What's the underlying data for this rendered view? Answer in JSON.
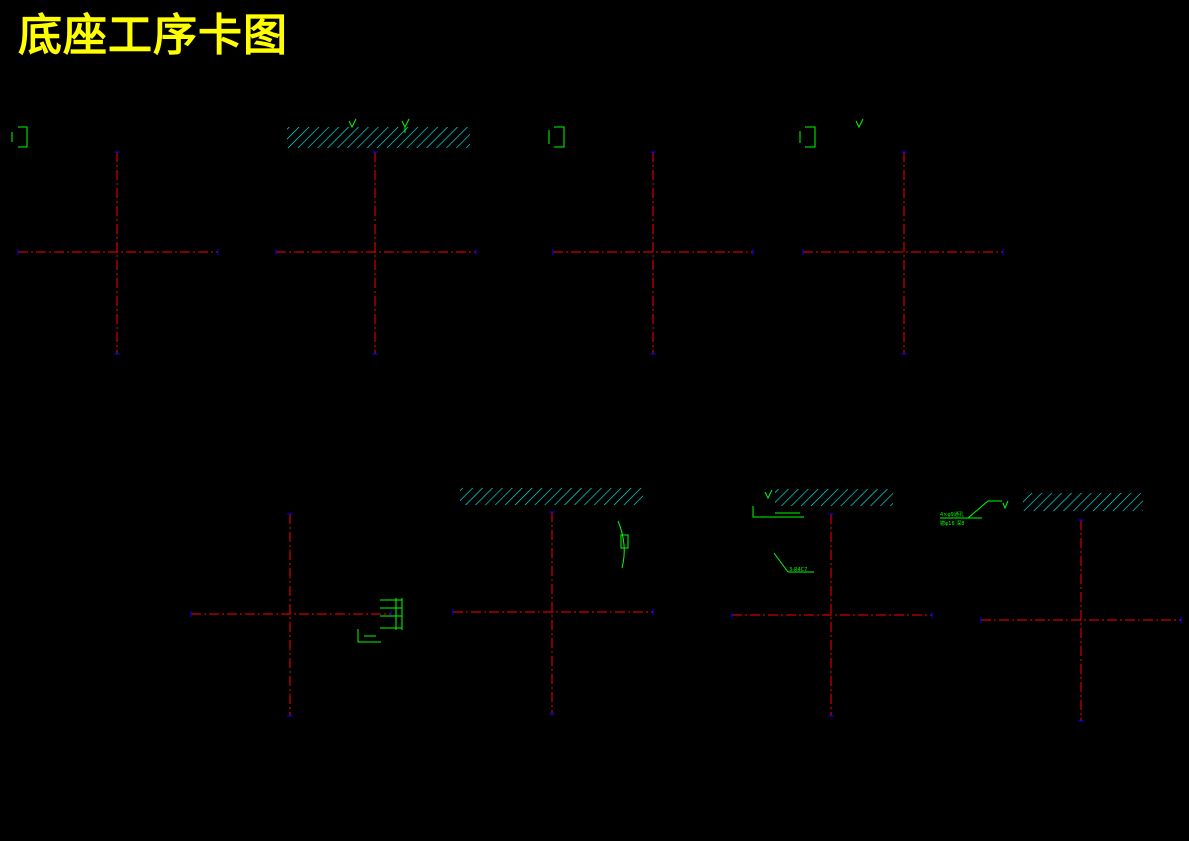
{
  "drawing": {
    "title": "底座工序卡图"
  },
  "colors": {
    "background": "#000000",
    "title": "#ffff00",
    "centerline": "#ff0000",
    "centerline_tip": "#0000ff",
    "dimension": "#00ff00",
    "hatch": "#00ffff"
  },
  "views": [
    {
      "name": "step-1"
    },
    {
      "name": "step-2"
    },
    {
      "name": "step-3"
    },
    {
      "name": "step-4"
    },
    {
      "name": "step-5"
    },
    {
      "name": "step-6"
    },
    {
      "name": "step-7"
    },
    {
      "name": "step-8"
    }
  ],
  "annotations": {
    "note_step7": "3-R4C7",
    "note_step8_line1": "4×φ9通孔",
    "note_step8_line2": "锪φ16 深8"
  }
}
